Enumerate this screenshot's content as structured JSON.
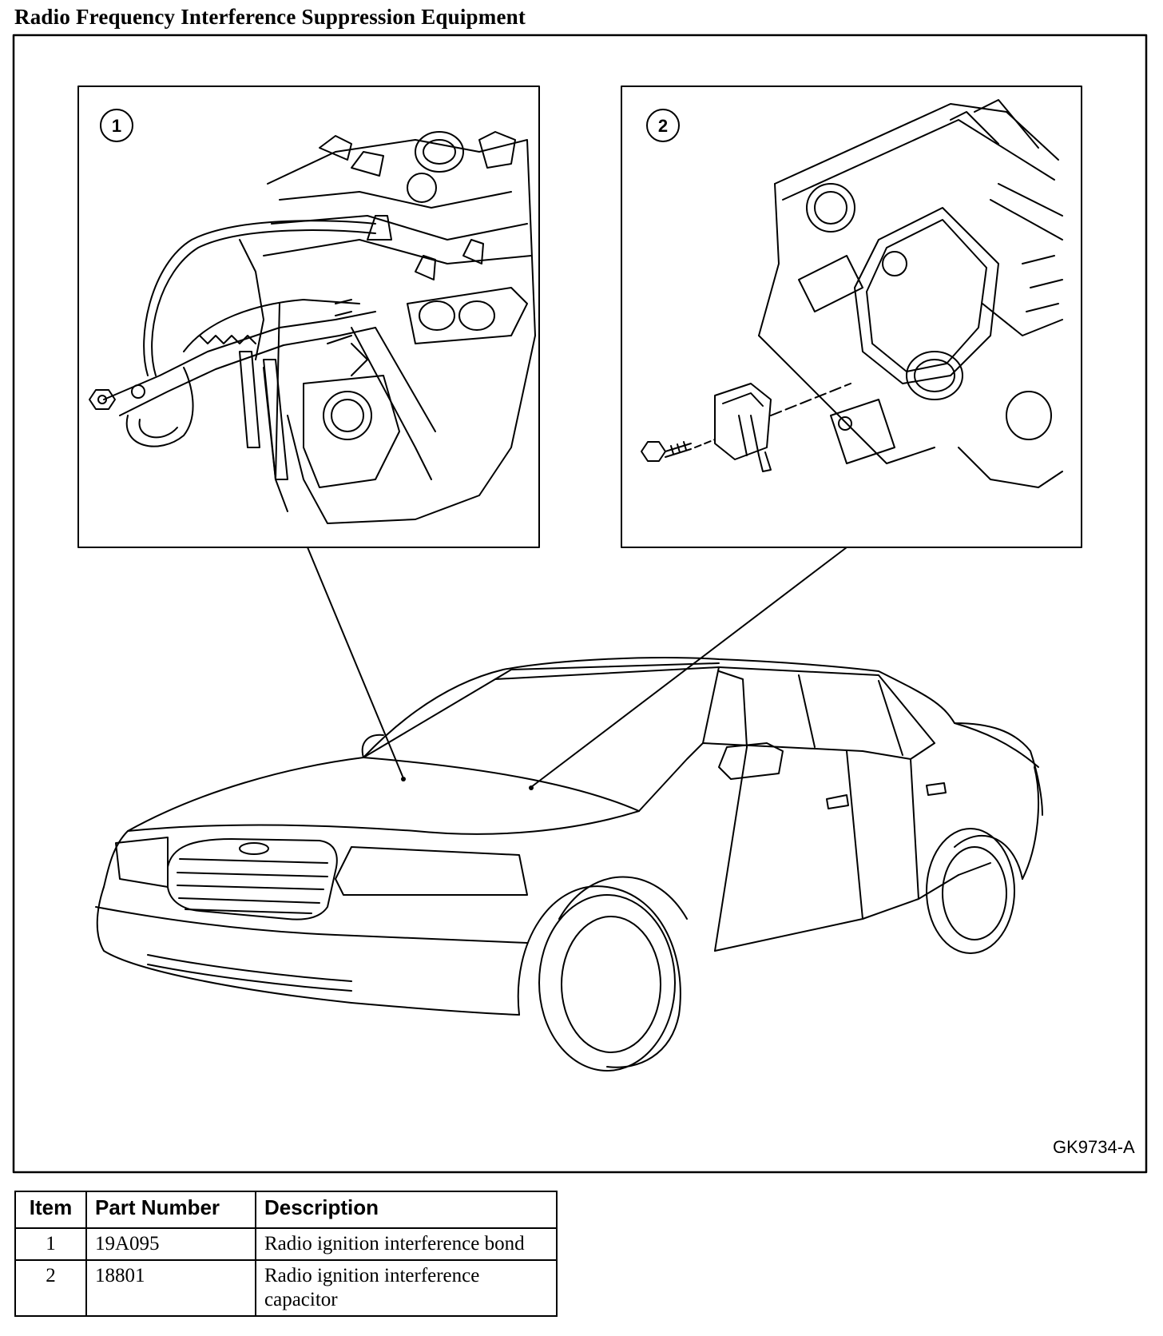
{
  "title": "Radio Frequency Interference Suppression Equipment",
  "figure_code": "GK9734-A",
  "callouts": [
    "1",
    "2"
  ],
  "table": {
    "headers": [
      "Item",
      "Part Number",
      "Description"
    ],
    "rows": [
      {
        "item": "1",
        "part_number": "19A095",
        "description": "Radio ignition interference bond"
      },
      {
        "item": "2",
        "part_number": "18801",
        "description": "Radio ignition interference capacitor"
      }
    ]
  }
}
